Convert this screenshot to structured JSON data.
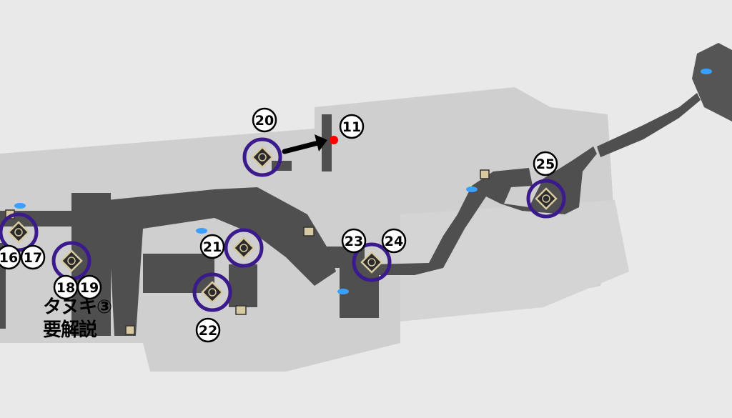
{
  "colors": {
    "background": "#e9e9e9",
    "area": "#cfcfcf",
    "corridor": "#4f4f4f",
    "ring": "#3b1a8c",
    "marker_gold": "#d9c9a0",
    "current": "#ff0000",
    "teleport": "#3aa0ff"
  },
  "markers": [
    {
      "id": "m16",
      "labels": [
        "16",
        "17"
      ]
    },
    {
      "id": "m18",
      "labels": [
        "18",
        "19"
      ]
    },
    {
      "id": "m20",
      "labels": [
        "20"
      ]
    },
    {
      "id": "m21",
      "labels": [
        "21"
      ]
    },
    {
      "id": "m22",
      "labels": [
        "22"
      ]
    },
    {
      "id": "m23",
      "labels": [
        "23",
        "24"
      ]
    },
    {
      "id": "m25",
      "labels": [
        "25"
      ]
    }
  ],
  "target_label": "11",
  "labels": {
    "l16": "16",
    "l17": "17",
    "l18": "18",
    "l19": "19",
    "l20": "20",
    "l11": "11",
    "l21": "21",
    "l22": "22",
    "l23": "23",
    "l24": "24",
    "l25": "25"
  },
  "note": {
    "line1": "タヌキ③",
    "line2": "要解説"
  }
}
